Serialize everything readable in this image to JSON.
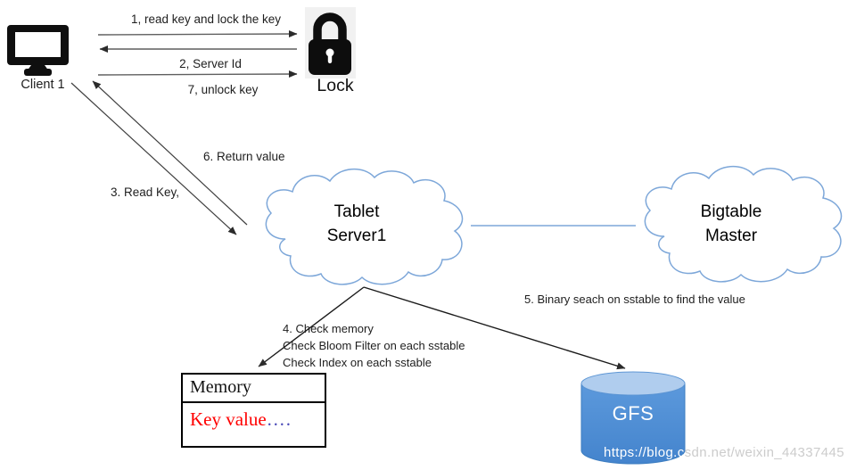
{
  "diagram": {
    "nodes": {
      "client": "Client 1",
      "lock": "Lock",
      "tablet_server": {
        "line1": "Tablet",
        "line2": "Server1"
      },
      "bigtable_master": {
        "line1": "Bigtable",
        "line2": "Master"
      },
      "gfs": "GFS",
      "memory": {
        "title": "Memory",
        "value": "Key value",
        "dots": "…."
      }
    },
    "messages": {
      "step1": "1, read key and lock the key",
      "step2": "2, Server Id",
      "step3": "3. Read Key,",
      "step4": [
        "4. Check memory",
        "Check Bloom Filter on each sstable",
        "Check Index on each sstable"
      ],
      "step5": "5. Binary seach on sstable to find the value",
      "step6": "6. Return value",
      "step7": "7, unlock key"
    },
    "watermark": {
      "part_on_cylinder": "https://blog.c",
      "part_on_background": "sdn.net/weixin_44337445"
    },
    "colors": {
      "cloud_stroke": "#7da7d9",
      "connector_blue": "#7da7d9",
      "cylinder_body": "#4a8bd3",
      "cylinder_top": "#b0cdee",
      "memory_value_red": "#ff0000",
      "memory_dots_blue": "#4a4ab8",
      "watermark_gray": "#cccccc",
      "icon_black": "#0d0d0d",
      "arrow_gray": "#5f5f5f"
    }
  }
}
